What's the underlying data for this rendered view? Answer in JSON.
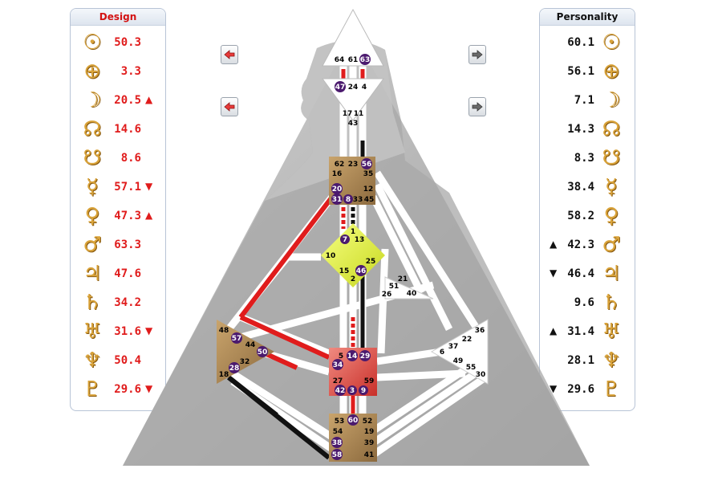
{
  "design": {
    "title": "Design",
    "rows": [
      {
        "planet": "sun-icon",
        "glyph": "☉",
        "value": "50.3",
        "arrow": ""
      },
      {
        "planet": "earth-icon",
        "glyph": "⊕",
        "value": "3.3",
        "arrow": ""
      },
      {
        "planet": "moon-icon",
        "glyph": "☽",
        "value": "20.5",
        "arrow": "▲"
      },
      {
        "planet": "north-node-icon",
        "glyph": "☊",
        "value": "14.6",
        "arrow": ""
      },
      {
        "planet": "south-node-icon",
        "glyph": "☋",
        "value": "8.6",
        "arrow": ""
      },
      {
        "planet": "mercury-icon",
        "glyph": "☿",
        "value": "57.1",
        "arrow": "▼"
      },
      {
        "planet": "venus-icon",
        "glyph": "♀",
        "value": "47.3",
        "arrow": "▲"
      },
      {
        "planet": "mars-icon",
        "glyph": "♂",
        "value": "63.3",
        "arrow": ""
      },
      {
        "planet": "jupiter-icon",
        "glyph": "♃",
        "value": "47.6",
        "arrow": ""
      },
      {
        "planet": "saturn-icon",
        "glyph": "♄",
        "value": "34.2",
        "arrow": ""
      },
      {
        "planet": "uranus-icon",
        "glyph": "♅",
        "value": "31.6",
        "arrow": "▼"
      },
      {
        "planet": "neptune-icon",
        "glyph": "♆",
        "value": "50.4",
        "arrow": ""
      },
      {
        "planet": "pluto-icon",
        "glyph": "♇",
        "value": "29.6",
        "arrow": "▼"
      }
    ]
  },
  "personality": {
    "title": "Personality",
    "rows": [
      {
        "planet": "sun-icon",
        "glyph": "☉",
        "value": "60.1",
        "arrow": ""
      },
      {
        "planet": "earth-icon",
        "glyph": "⊕",
        "value": "56.1",
        "arrow": ""
      },
      {
        "planet": "moon-icon",
        "glyph": "☽",
        "value": "7.1",
        "arrow": ""
      },
      {
        "planet": "north-node-icon",
        "glyph": "☊",
        "value": "14.3",
        "arrow": ""
      },
      {
        "planet": "south-node-icon",
        "glyph": "☋",
        "value": "8.3",
        "arrow": ""
      },
      {
        "planet": "mercury-icon",
        "glyph": "☿",
        "value": "38.4",
        "arrow": ""
      },
      {
        "planet": "venus-icon",
        "glyph": "♀",
        "value": "58.2",
        "arrow": ""
      },
      {
        "planet": "mars-icon",
        "glyph": "♂",
        "value": "42.3",
        "arrow": "▲"
      },
      {
        "planet": "jupiter-icon",
        "glyph": "♃",
        "value": "46.4",
        "arrow": "▼"
      },
      {
        "planet": "saturn-icon",
        "glyph": "♄",
        "value": "9.6",
        "arrow": ""
      },
      {
        "planet": "uranus-icon",
        "glyph": "♅",
        "value": "31.4",
        "arrow": "▲"
      },
      {
        "planet": "neptune-icon",
        "glyph": "♆",
        "value": "28.1",
        "arrow": ""
      },
      {
        "planet": "pluto-icon",
        "glyph": "♇",
        "value": "29.6",
        "arrow": "▼"
      }
    ]
  },
  "nav": {
    "design_prev_icon": "red-left-arrow-icon",
    "personality_next_icon": "grey-right-arrow-icon"
  },
  "colors": {
    "design_red": "#e01c1c",
    "personality_black": "#111111",
    "activated_gate": "#4b1a6e",
    "center_brown": "#b08a5a",
    "center_yellow": "#e4f24a",
    "center_red": "#d9534a",
    "glyph_gold": "#d9a33a"
  },
  "gates": {
    "head": [
      "64",
      "61",
      "63"
    ],
    "ajna": [
      "47",
      "24",
      "4"
    ],
    "throat_top": [
      "17",
      "11",
      "43"
    ],
    "throat": [
      "62",
      "23",
      "56",
      "16",
      "35",
      "20",
      "12",
      "31",
      "8",
      "33",
      "45"
    ],
    "g": [
      "1",
      "7",
      "13",
      "10",
      "25",
      "15",
      "46",
      "2"
    ],
    "ego": [
      "21",
      "51",
      "26",
      "40"
    ],
    "sacral": [
      "5",
      "14",
      "29",
      "34",
      "27",
      "59",
      "42",
      "3",
      "9"
    ],
    "spleen": [
      "48",
      "57",
      "44",
      "50",
      "28",
      "32",
      "18"
    ],
    "solar": [
      "36",
      "37",
      "22",
      "6",
      "49",
      "55",
      "30"
    ],
    "root": [
      "53",
      "60",
      "52",
      "54",
      "19",
      "38",
      "39",
      "58",
      "41"
    ]
  }
}
